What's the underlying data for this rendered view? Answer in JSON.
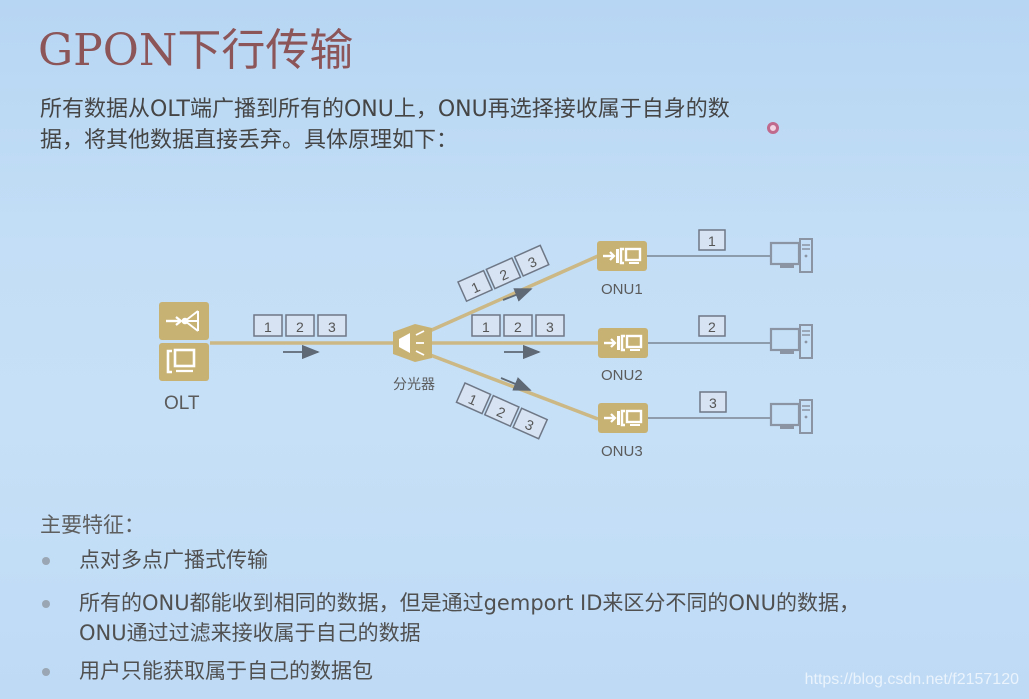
{
  "slide": {
    "title_latin": "GPON",
    "title_cn": "下行传输",
    "intro_line1": "所有数据从OLT端广播到所有的ONU上，ONU再选择接收属于自身的数",
    "intro_line2": "据，将其他数据直接丢弃。具体原理如下：",
    "watermark": "https://blog.csdn.net/f2157120"
  },
  "diagram": {
    "olt_label": "OLT",
    "splitter_label": "分光器",
    "onus": [
      {
        "label": "ONU1",
        "packet": "1"
      },
      {
        "label": "ONU2",
        "packet": "2"
      },
      {
        "label": "ONU3",
        "packet": "3"
      }
    ],
    "packets": [
      "1",
      "2",
      "3"
    ],
    "colors": {
      "device": "#c8b273",
      "fiber": "#cbb884",
      "packet_fill": "#d7e3f2",
      "packet_stroke": "#6e7786",
      "cable": "#7b8594",
      "pc": "#8a94a2"
    }
  },
  "features": {
    "title": "主要特征：",
    "items": [
      {
        "text": "点对多点广播式传输"
      },
      {
        "text_line1": "所有的ONU都能收到相同的数据，但是通过gemport ID来区分不同的ONU的数据，",
        "text_line2": "ONU通过过滤来接收属于自己的数据"
      },
      {
        "text": "用户只能获取属于自己的数据包"
      }
    ]
  }
}
